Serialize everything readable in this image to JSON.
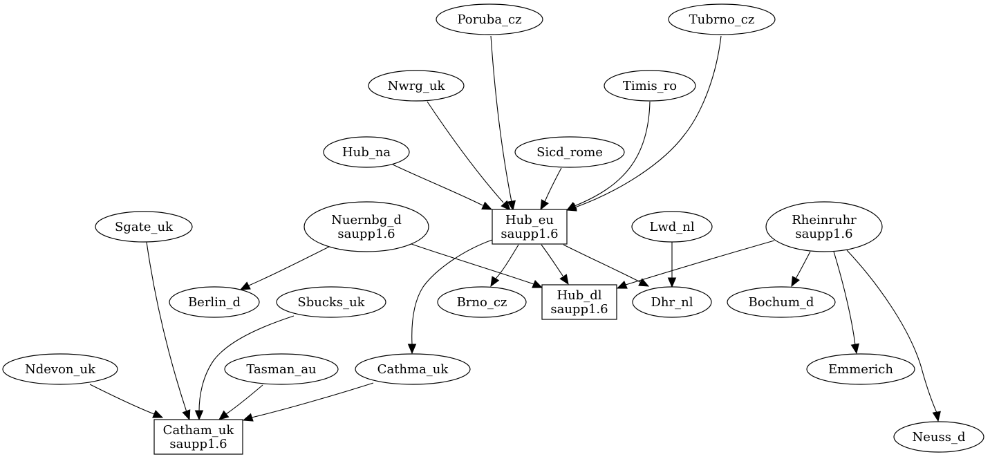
{
  "nodes": [
    {
      "id": "poruba_cz",
      "shape": "ellipse",
      "lines": [
        "Poruba_cz"
      ]
    },
    {
      "id": "tubrno_cz",
      "shape": "ellipse",
      "lines": [
        "Tubrno_cz"
      ]
    },
    {
      "id": "nwrg_uk",
      "shape": "ellipse",
      "lines": [
        "Nwrg_uk"
      ]
    },
    {
      "id": "timis_ro",
      "shape": "ellipse",
      "lines": [
        "Timis_ro"
      ]
    },
    {
      "id": "hub_na",
      "shape": "ellipse",
      "lines": [
        "Hub_na"
      ]
    },
    {
      "id": "sicd_rome",
      "shape": "ellipse",
      "lines": [
        "Sicd_rome"
      ]
    },
    {
      "id": "sgate_uk",
      "shape": "ellipse",
      "lines": [
        "Sgate_uk"
      ]
    },
    {
      "id": "nuernbg_d",
      "shape": "ellipse",
      "lines": [
        "Nuernbg_d",
        "saupp1.6"
      ]
    },
    {
      "id": "hub_eu",
      "shape": "box",
      "lines": [
        "Hub_eu",
        "saupp1.6"
      ]
    },
    {
      "id": "lwd_nl",
      "shape": "ellipse",
      "lines": [
        "Lwd_nl"
      ]
    },
    {
      "id": "rheinruhr",
      "shape": "ellipse",
      "lines": [
        "Rheinruhr",
        "saupp1.6"
      ]
    },
    {
      "id": "berlin_d",
      "shape": "ellipse",
      "lines": [
        "Berlin_d"
      ]
    },
    {
      "id": "sbucks_uk",
      "shape": "ellipse",
      "lines": [
        "Sbucks_uk"
      ]
    },
    {
      "id": "brno_cz",
      "shape": "ellipse",
      "lines": [
        "Brno_cz"
      ]
    },
    {
      "id": "hub_dl",
      "shape": "box",
      "lines": [
        "Hub_dl",
        "saupp1.6"
      ]
    },
    {
      "id": "dhr_nl",
      "shape": "ellipse",
      "lines": [
        "Dhr_nl"
      ]
    },
    {
      "id": "bochum_d",
      "shape": "ellipse",
      "lines": [
        "Bochum_d"
      ]
    },
    {
      "id": "ndevon_uk",
      "shape": "ellipse",
      "lines": [
        "Ndevon_uk"
      ]
    },
    {
      "id": "tasman_au",
      "shape": "ellipse",
      "lines": [
        "Tasman_au"
      ]
    },
    {
      "id": "cathma_uk",
      "shape": "ellipse",
      "lines": [
        "Cathma_uk"
      ]
    },
    {
      "id": "emmerich",
      "shape": "ellipse",
      "lines": [
        "Emmerich"
      ]
    },
    {
      "id": "catham_uk",
      "shape": "box",
      "lines": [
        "Catham_uk",
        "saupp1.6"
      ]
    },
    {
      "id": "neuss_d",
      "shape": "ellipse",
      "lines": [
        "Neuss_d"
      ]
    }
  ],
  "edges": [
    {
      "from": "poruba_cz",
      "to": "hub_eu"
    },
    {
      "from": "tubrno_cz",
      "to": "hub_eu"
    },
    {
      "from": "nwrg_uk",
      "to": "hub_eu"
    },
    {
      "from": "timis_ro",
      "to": "hub_eu"
    },
    {
      "from": "hub_na",
      "to": "hub_eu"
    },
    {
      "from": "sicd_rome",
      "to": "hub_eu"
    },
    {
      "from": "hub_eu",
      "to": "brno_cz"
    },
    {
      "from": "hub_eu",
      "to": "hub_dl"
    },
    {
      "from": "hub_eu",
      "to": "dhr_nl"
    },
    {
      "from": "hub_eu",
      "to": "cathma_uk"
    },
    {
      "from": "nuernbg_d",
      "to": "berlin_d"
    },
    {
      "from": "nuernbg_d",
      "to": "hub_dl"
    },
    {
      "from": "lwd_nl",
      "to": "dhr_nl"
    },
    {
      "from": "rheinruhr",
      "to": "hub_dl"
    },
    {
      "from": "rheinruhr",
      "to": "bochum_d"
    },
    {
      "from": "rheinruhr",
      "to": "emmerich"
    },
    {
      "from": "rheinruhr",
      "to": "neuss_d"
    },
    {
      "from": "sgate_uk",
      "to": "catham_uk"
    },
    {
      "from": "sbucks_uk",
      "to": "catham_uk"
    },
    {
      "from": "ndevon_uk",
      "to": "catham_uk"
    },
    {
      "from": "tasman_au",
      "to": "catham_uk"
    },
    {
      "from": "cathma_uk",
      "to": "catham_uk"
    }
  ]
}
